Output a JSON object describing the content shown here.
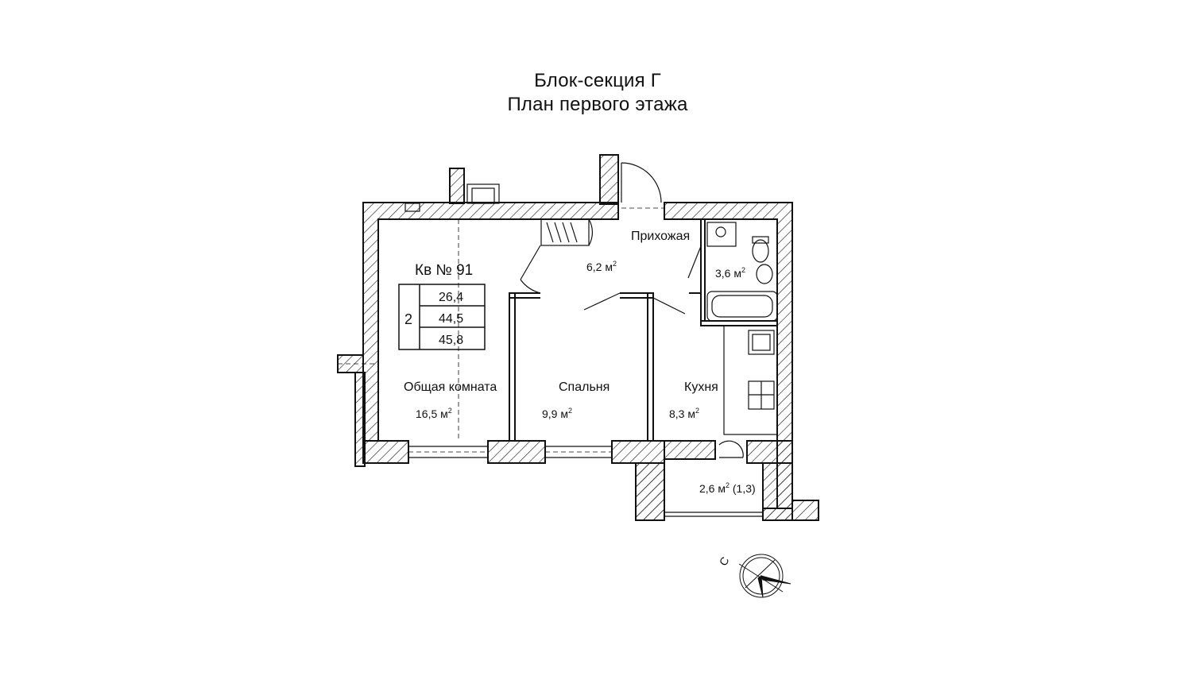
{
  "header": {
    "line1": "Блок-секция Г",
    "line2": "План первого этажа"
  },
  "apartment": {
    "label": "Кв № 91",
    "rooms": "2",
    "areas": [
      "26,4",
      "44,5",
      "45,8"
    ]
  },
  "rooms": {
    "hall": {
      "name": "Прихожая",
      "area": "6,2 м",
      "sup": "2"
    },
    "bathroom": {
      "area": "3,6 м",
      "sup": "2"
    },
    "living": {
      "name": "Общая комната",
      "area": "16,5 м",
      "sup": "2"
    },
    "bedroom": {
      "name": "Спальня",
      "area": "9,9 м",
      "sup": "2"
    },
    "kitchen": {
      "name": "Кухня",
      "area": "8,3 м",
      "sup": "2"
    },
    "balcony": {
      "area": "2,6 м",
      "sup": "2",
      "extra": " (1,3)"
    }
  },
  "compass": {
    "letter": "С"
  },
  "colors": {
    "line": "#111111",
    "hatch": "#222222",
    "background": "#ffffff"
  }
}
